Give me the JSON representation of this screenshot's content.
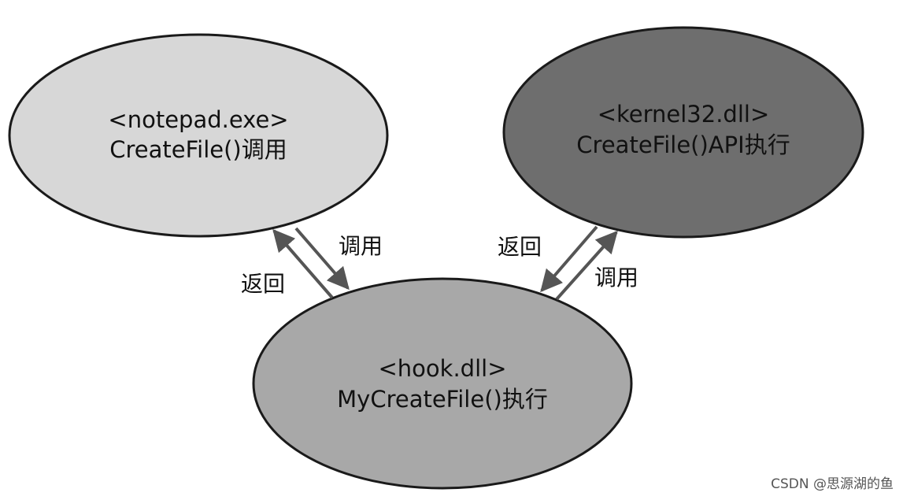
{
  "nodes": {
    "notepad": {
      "title": "<notepad.exe>",
      "subtitle": "CreateFile()调用",
      "fill": "#d7d7d7"
    },
    "kernel32": {
      "title": "<kernel32.dll>",
      "subtitle": "CreateFile()API执行",
      "fill": "#6e6e6e"
    },
    "hook": {
      "title": "<hook.dll>",
      "subtitle": "MyCreateFile()执行",
      "fill": "#a8a8a8"
    }
  },
  "edges": {
    "notepad_to_hook": {
      "label": "调用"
    },
    "hook_to_notepad": {
      "label": "返回"
    },
    "kernel32_to_hook": {
      "label": "返回"
    },
    "hook_to_kernel32": {
      "label": "调用"
    }
  },
  "colors": {
    "outline": "#1a1a1a",
    "arrow": "#555555"
  },
  "watermark": "CSDN @思源湖的鱼"
}
